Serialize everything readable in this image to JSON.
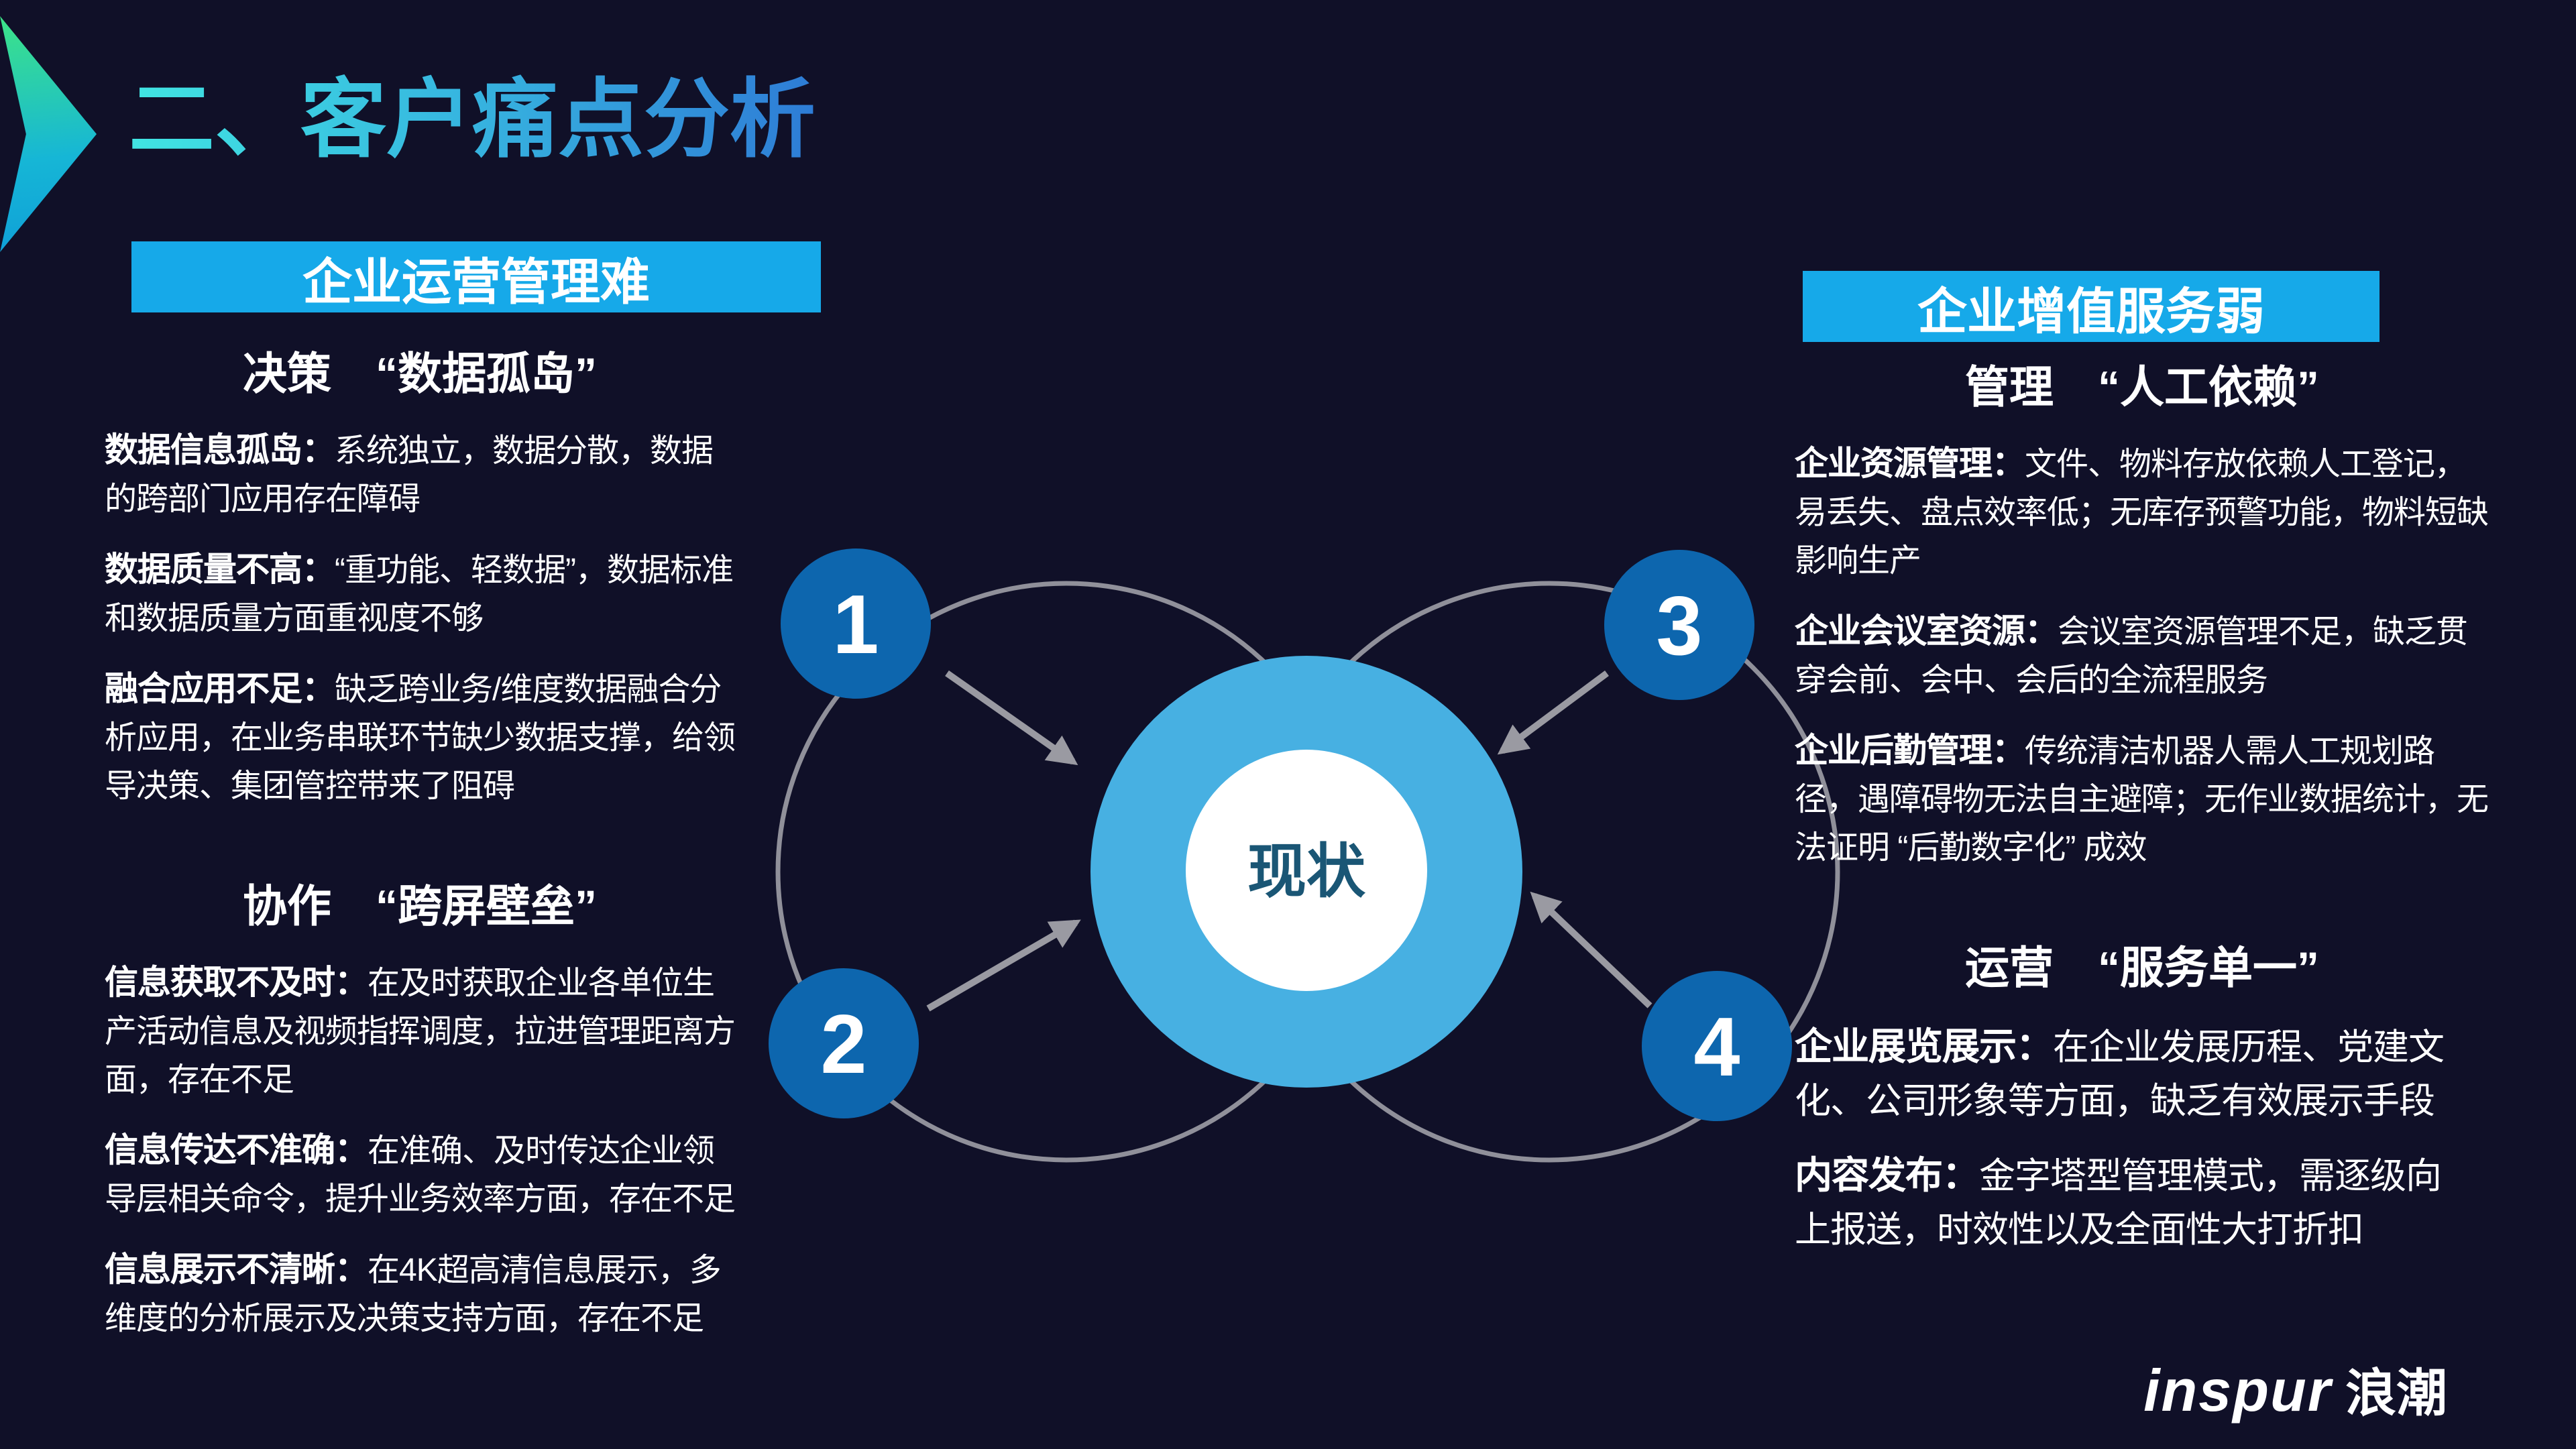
{
  "slide": {
    "title": "二、客户痛点分析"
  },
  "left_panel": {
    "header": "企业运营管理难",
    "sections": [
      {
        "heading": "决策　“数据孤岛”",
        "items": [
          {
            "label": "数据信息孤岛：",
            "text": "系统独立，数据分散，数据的跨部门应用存在障碍"
          },
          {
            "label": "数据质量不高：",
            "text": "“重功能、轻数据”，数据标准和数据质量方面重视度不够"
          },
          {
            "label": "融合应用不足：",
            "text": "缺乏跨业务/维度数据融合分析应用，在业务串联环节缺少数据支撑，给领导决策、集团管控带来了阻碍"
          }
        ]
      },
      {
        "heading": "协作　“跨屏壁垒”",
        "items": [
          {
            "label": "信息获取不及时：",
            "text": "在及时获取企业各单位生产活动信息及视频指挥调度，拉进管理距离方面，存在不足"
          },
          {
            "label": "信息传达不准确：",
            "text": "在准确、及时传达企业领导层相关命令，提升业务效率方面，存在不足"
          },
          {
            "label": "信息展示不清晰：",
            "text": "在4K超高清信息展示，多维度的分析展示及决策支持方面，存在不足"
          }
        ]
      }
    ]
  },
  "right_panel": {
    "header": "企业增值服务弱",
    "sections": [
      {
        "heading": "管理　“人工依赖”",
        "items": [
          {
            "label": "企业资源管理：",
            "text": "文件、物料存放依赖人工登记，易丢失、盘点效率低；无库存预警功能，物料短缺影响生产"
          },
          {
            "label": "企业会议室资源：",
            "text": "会议室资源管理不足，缺乏贯穿会前、会中、会后的全流程服务"
          },
          {
            "label": "企业后勤管理：",
            "text": "传统清洁机器人需人工规划路径，遇障碍物无法自主避障；无作业数据统计，无法证明 “后勤数字化” 成效"
          }
        ]
      },
      {
        "heading": "运营　“服务单一”",
        "items": [
          {
            "label": "企业展览展示：",
            "text": "在企业发展历程、党建文化、公司形象等方面，缺乏有效展示手段"
          },
          {
            "label": "内容发布：",
            "text": "金字塔型管理模式，需逐级向上报送，时效性以及全面性大打折扣"
          }
        ]
      }
    ]
  },
  "diagram": {
    "center_label": "现状",
    "nodes": [
      "1",
      "2",
      "3",
      "4"
    ]
  },
  "logo": {
    "latin": "inspur",
    "cjk": "浪潮"
  },
  "colors": {
    "background": "#101028",
    "accent_bar": "#16a9e9",
    "node_blue": "#0d66ae",
    "center_blue": "#47b0e2",
    "center_text": "#1a5675",
    "ring_gray": "#90909a",
    "arrow_gray": "#9a9aa2",
    "title_gradient_start": "#41e5e2",
    "title_gradient_end": "#2e7cd6"
  }
}
